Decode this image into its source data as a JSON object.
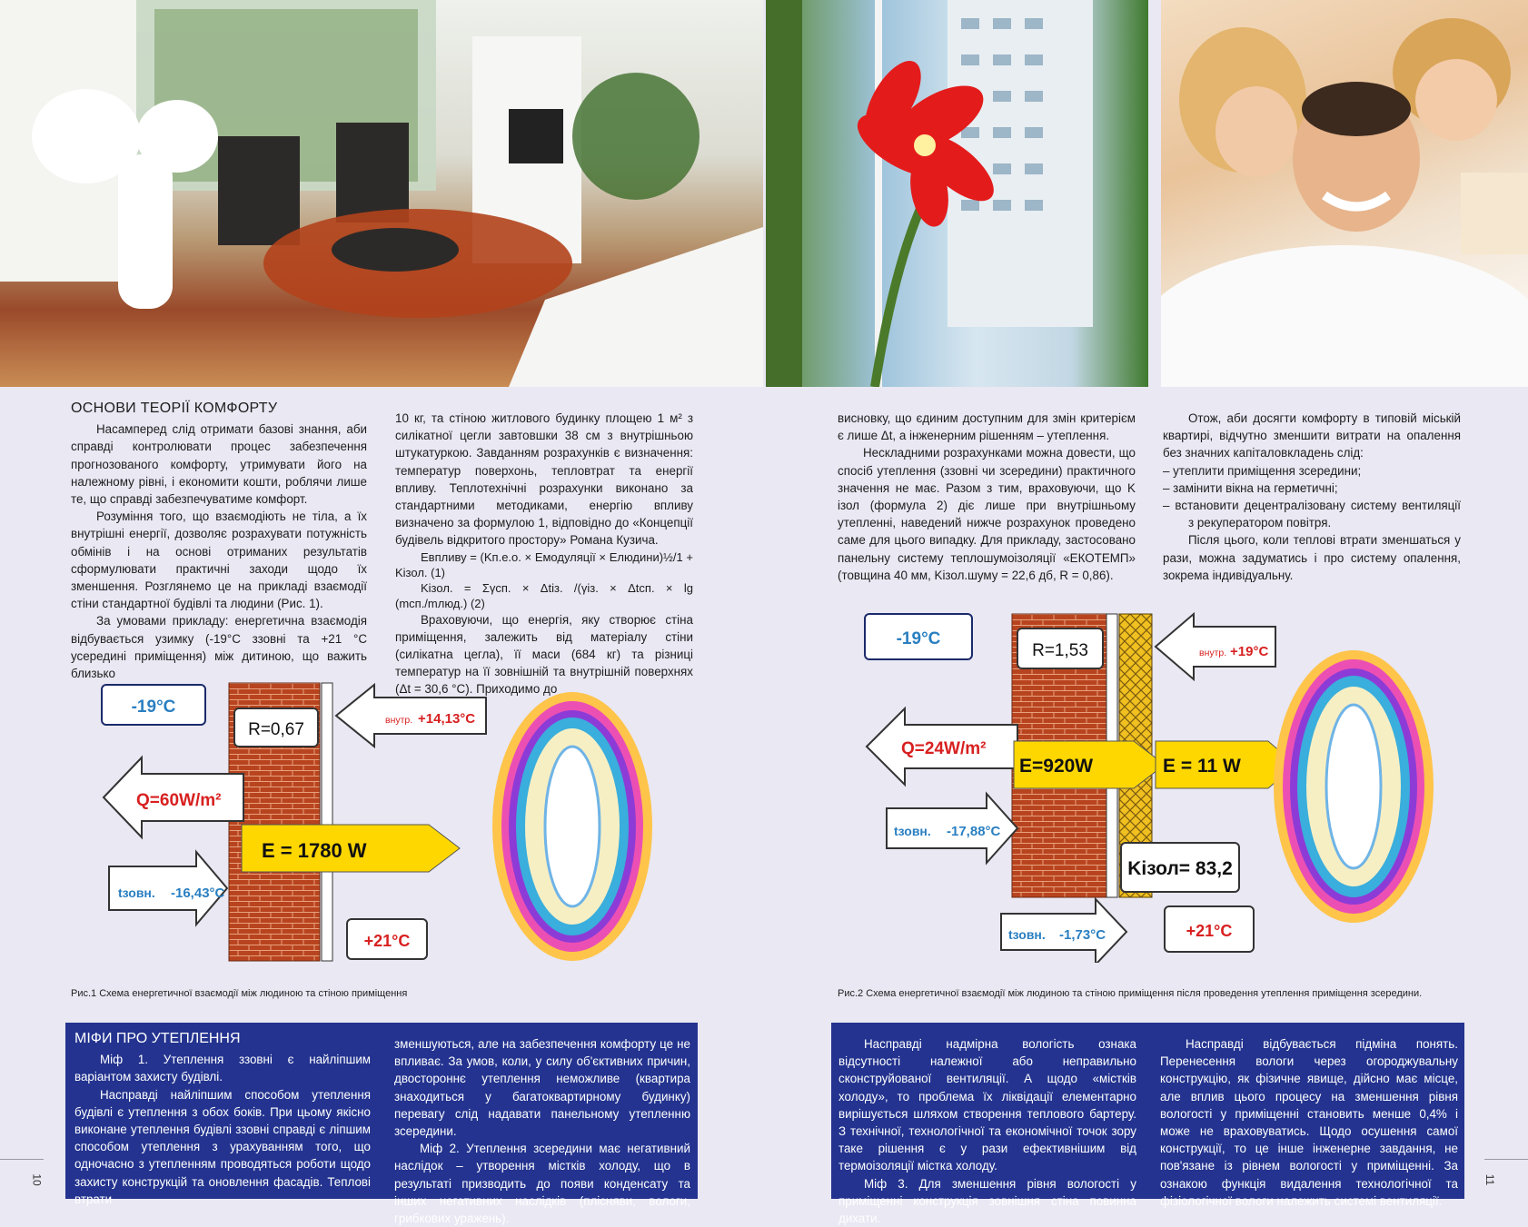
{
  "colors": {
    "accent_blue": "#23338f",
    "brick": "#b8441f",
    "arrow_yellow": "#ffd700",
    "temp_blue": "#2a7fc1",
    "temp_red": "#d82020"
  },
  "left": {
    "heading": "ОСНОВИ ТЕОРІЇ КОМФОРТУ",
    "col1": [
      "Насамперед слід отримати базові знання, аби справді контролювати процес забезпечення прогнозованого комфорту, утримувати його на належному рівні, і економити кошти, роблячи лише те, що справді забезпечуватиме комфорт.",
      "Розуміння того, що взаємодіють не тіла, а їх внутрішні енергії, дозволяє розрахувати потужність обмінів і на основі отриманих результатів сформулювати практичні заходи щодо їх зменшення. Розглянемо це на прикладі взаємодії стіни стандартної будівлі та людини (Рис. 1).",
      "За умовами прикладу: енергетична взаємодія відбувається узимку (-19°С ззовні та +21 °С усередині приміщення) між дитиною, що важить близько"
    ],
    "col2_p1": "10 кг, та стіною житлового будинку площею 1 м² з силікатної цегли завтовшки 38 см з внутрішньою штукатуркою. Завданням розрахунків є визначення: температур поверхонь, тепловтрат та енергії впливу. Теплотехнічні розрахунки виконано за стандартними методиками, енергію впливу визначено за формулою 1, відповідно до «Концепції будівель відкритого простору» Романа Кузича.",
    "formula1": "Eвпливу = (Kп.е.о. × Eмодуляції × Eлюдини)½/1 + Kізол. (1)",
    "formula2": "Kізол. = Σγсп. × Δtіз. /(γіз. × Δtсп. × lg (mсп./mлюд.) (2)",
    "col2_p2": "Враховуючи, що енергія, яку створює стіна приміщення, залежить від матеріалу стіни (силікатна цегла), її маси (684 кг) та різниці температур на її зовнішній та внутрішній поверхнях (Δt = 30,6 °С). Приходимо до",
    "caption": "Рис.1 Схема енергетичної взаємодії між людиною та стіною приміщення",
    "page_num": "10"
  },
  "right": {
    "col3": [
      "висновку, що єдиним доступним для змін критерієм є лише Δt, а інженерним рішенням – утеплення.",
      "Нескладними розрахунками можна довести, що спосіб утеплення (ззовні чи зсередини) практичного значення не має. Разом з тим, враховуючи, що K ізол (формула 2) діє лише при внутрішньому утепленні, наведений нижче розрахунок проведено саме для цього випадку. Для прикладу, застосовано панельну систему теплошумоізоляції «ЕКОТЕМП» (товщина 40 мм, Kізол.шуму = 22,6 дб, R = 0,86)."
    ],
    "col4_p1": "Отож, аби досягти комфорту в типовій міській квартирі, відчутно зменшити витрати на опалення без значних капіталовкладень слід:",
    "col4_list": [
      "–   утеплити приміщення зсередини;",
      "–   замінити вікна на герметичні;",
      "–   встановити децентралізовану систему вентиляції з рекуператором повітря."
    ],
    "col4_p2": "Після цього, коли теплові втрати зменшаться у рази, можна задуматись і про систему опалення, зокрема індивідуальну.",
    "caption": "Рис.2 Схема енергетичної взаємодії між людиною та стіною приміщення після проведення утеплення приміщення зсередини.",
    "page_num": "11"
  },
  "fig1": {
    "outside": "-19°С",
    "r": "R=0,67",
    "inside_label": "внутр.",
    "inside_val": "+14,13°С",
    "q": "Q=60W/m²",
    "e": "E = 1780 W",
    "tz_label": "tзовн.",
    "tz_val": "-16,43°С",
    "room": "+21°С"
  },
  "fig2": {
    "outside": "-19°С",
    "r": "R=1,53",
    "inside_label": "внутр.",
    "inside_val": "+19°С",
    "q": "Q=24W/m²",
    "e_wall": "E=920W",
    "e_out": "E = 11 W",
    "tz1_label": "tзовн.",
    "tz1_val": "-17,88°С",
    "k": "Kізол= 83,2",
    "tz2_label": "tзовн.",
    "tz2_val": "-1,73°С",
    "room": "+21°С"
  },
  "myths": {
    "heading": "МІФИ ПРО УТЕПЛЕННЯ",
    "col1": [
      "Міф 1. Утеплення ззовні є найліпшим варіантом захисту будівлі.",
      "Насправді найліпшим способом утеплення будівлі є утеплення з обох боків. При цьому якісно виконане утеплення будівлі ззовні справді є ліпшим способом утеплення з урахуванням того, що одночасно з утепленням проводяться роботи щодо захисту конструкцій та оновлення фасадів. Теплові втрати"
    ],
    "col2": [
      "зменшуються, але на забезпечення комфорту це не впливає. За умов, коли, у силу об'єктивних причин, двостороннє утеплення неможливе (квартира знаходиться у багатоквартирному будинку) перевагу слід надавати панельному утепленню зсередини.",
      "Міф 2. Утеплення зсередини має негативний наслідок – утворення містків холоду, що в результаті призводить до появи конденсату та інших негативних наслідків (плісняви, вологи, грибкових уражень)."
    ],
    "col3": [
      "Насправді надмірна вологість ознака відсутності належної або неправильно сконструйованої вентиляції. А щодо «містків холоду», то проблема їх ліквідації елементарно вирішується шляхом створення теплового бартеру. З технічної, технологічної та економічної точок зору таке рішення є у рази ефективнішим від термоізоляції містка холоду.",
      "Міф 3. Для зменшення рівня вологості у приміщенні конструкція зовнішня стіна повинна дихати."
    ],
    "col4": [
      "Насправді відбувається підміна понять. Перенесення вологи через огороджувальну конструкцію, як фізичне явище, дійсно має місце, але вплив цього процесу на зменшення рівня вологості у приміщенні становить менше 0,4% і може не враховуватись. Щодо осушення самої конструкції, то це інше інженерне завдання, не пов'язане із рівнем вологості у приміщенні. За ознакою функція видалення технологічної та фізіологічної вологи належить системі вентиляції."
    ]
  }
}
